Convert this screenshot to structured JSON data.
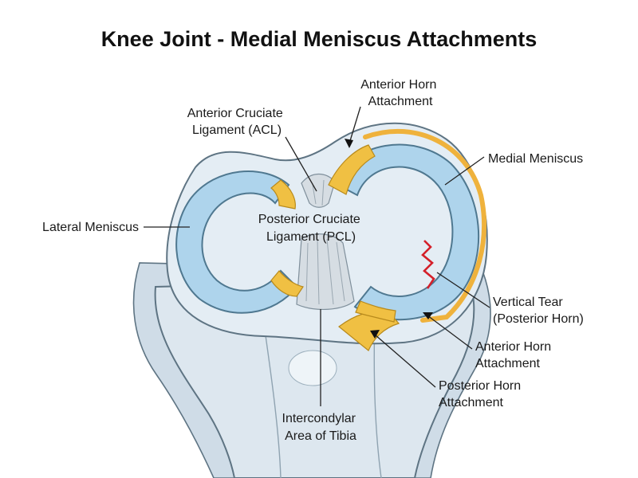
{
  "title": "Knee Joint - Medial Meniscus Attachments",
  "labels": {
    "anterior_horn_top": [
      "Anterior Horn",
      "Attachment"
    ],
    "acl": [
      "Anterior Cruciate",
      "Ligament (ACL)"
    ],
    "medial_meniscus": [
      "Medial Meniscus"
    ],
    "lateral_meniscus": [
      "Lateral Meniscus"
    ],
    "pcl": [
      "Posterior Cruciate",
      "Ligament (PCL)"
    ],
    "vertical_tear": [
      "Vertical Tear",
      "(Posterior Horn)"
    ],
    "anterior_horn_bottom": [
      "Anterior Horn",
      "Attachment"
    ],
    "posterior_horn": [
      "Posterior Horn",
      "Attachment"
    ],
    "intercondylar": [
      "Intercondylar",
      "Area of Tibia"
    ]
  },
  "colors": {
    "meniscus": "#aed4ec",
    "attachment": "#f0c043",
    "tear": "#d4202a",
    "bone": "#dde7ef"
  }
}
